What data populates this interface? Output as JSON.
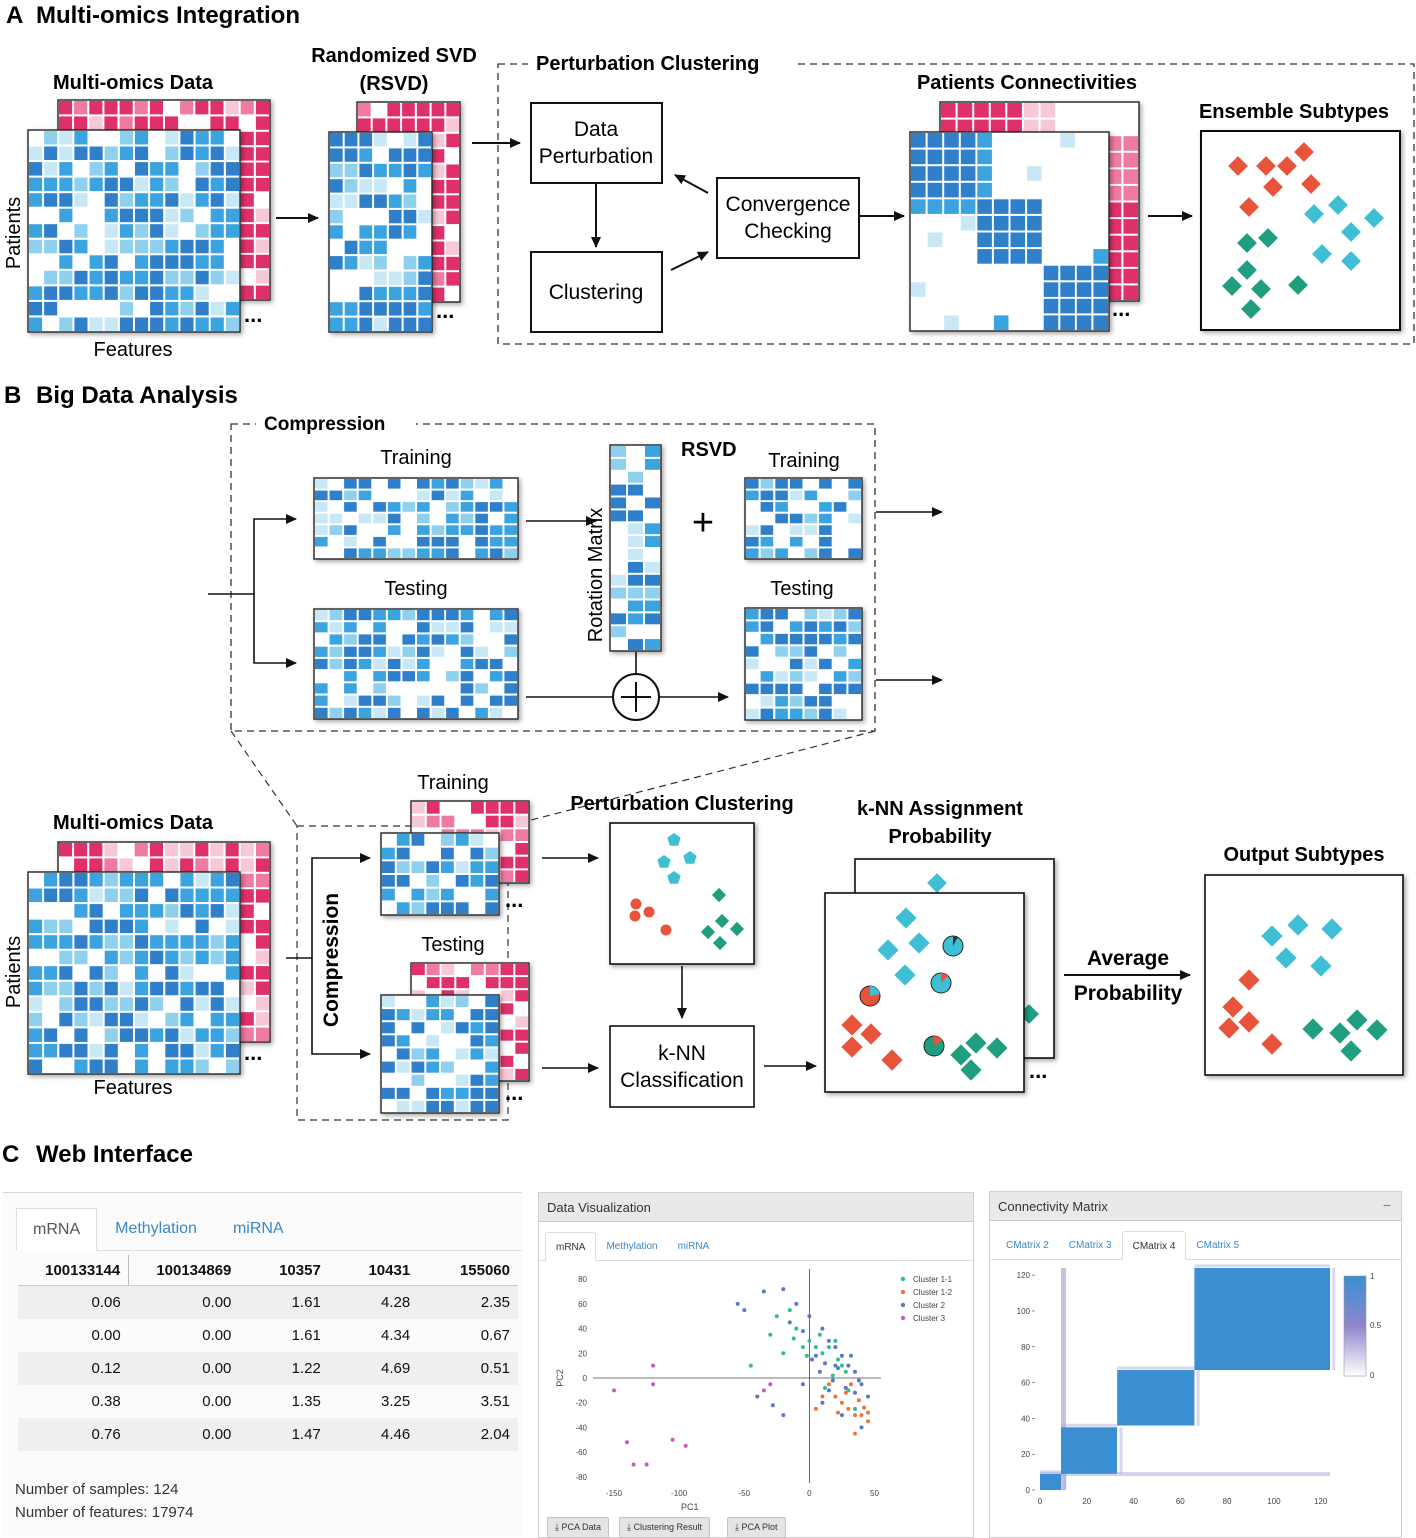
{
  "panelA": {
    "letter": "A",
    "title": "Multi-omics Integration",
    "multiomics_title": "Multi-omics Data",
    "axis_patients": "Patients",
    "axis_features": "Features",
    "rsvd_title_1": "Randomized SVD",
    "rsvd_title_2": "(RSVD)",
    "perturbation_title": "Perturbation Clustering",
    "box_data_1": "Data",
    "box_data_2": "Perturbation",
    "box_clustering": "Clustering",
    "box_convergence_1": "Convergence",
    "box_convergence_2": "Checking",
    "patients_connectivities": "Patients Connectivities",
    "ensemble_subtypes": "Ensemble Subtypes",
    "dots": "..."
  },
  "panelB": {
    "letter": "B",
    "title": "Big Data Analysis",
    "compression_title": "Compression",
    "training": "Training",
    "testing": "Testing",
    "rsvd": "RSVD",
    "rotation_matrix": "Rotation Matrix",
    "plus": "+",
    "multiomics_title": "Multi-omics Data",
    "axis_patients": "Patients",
    "axis_features": "Features",
    "compression_vertical": "Compression",
    "perturbation_clustering": "Perturbation Clustering",
    "knn_prob_1": "k-NN Assignment",
    "knn_prob_2": "Probability",
    "knn_class_1": "k-NN",
    "knn_class_2": "Classification",
    "average_1": "Average",
    "average_2": "Probability",
    "output_subtypes": "Output Subtypes"
  },
  "panelC": {
    "letter": "C",
    "title": "Web Interface",
    "table_panel": {
      "tabs": [
        "mRNA",
        "Methylation",
        "miRNA"
      ],
      "active_tab": 0,
      "columns": [
        "100133144",
        "100134869",
        "10357",
        "10431",
        "155060"
      ],
      "rows": [
        [
          "0.06",
          "0.00",
          "1.61",
          "4.28",
          "2.35"
        ],
        [
          "0.00",
          "0.00",
          "1.61",
          "4.34",
          "0.67"
        ],
        [
          "0.12",
          "0.00",
          "1.22",
          "4.69",
          "0.51"
        ],
        [
          "0.38",
          "0.00",
          "1.35",
          "3.25",
          "3.51"
        ],
        [
          "0.76",
          "0.00",
          "1.47",
          "4.46",
          "2.04"
        ]
      ],
      "samples_text": "Number of samples: 124",
      "features_text": "Number of features: 17974"
    },
    "viz_panel": {
      "title": "Data Visualization",
      "tabs": [
        "mRNA",
        "Methylation",
        "miRNA"
      ],
      "active_tab": 0,
      "buttons": [
        "PCA Data",
        "Clustering Result",
        "PCA Plot"
      ],
      "download_icon": "download-icon"
    },
    "conn_panel": {
      "title": "Connectivity Matrix",
      "collapse_icon": "−",
      "tabs": [
        "CMatrix 2",
        "CMatrix 3",
        "CMatrix 4",
        "CMatrix 5"
      ],
      "active_tab": 2
    }
  },
  "colors": {
    "blue_dark": "#2f7fca",
    "blue_mid": "#3aa3e0",
    "blue_light": "#8fd0ee",
    "blue_pale": "#c9e8f6",
    "pink_dark": "#e0306a",
    "pink_mid": "#ef7aa3",
    "pink_pale": "#f7c8d8",
    "red": "#e8533c",
    "cyan": "#3fbfd6",
    "green": "#1f9e80"
  },
  "chart_data": [
    {
      "type": "scatter",
      "title": "",
      "xlabel": "PC1",
      "ylabel": "PC2",
      "xlim": [
        -160,
        55
      ],
      "ylim": [
        -85,
        85
      ],
      "xticks": [
        -150,
        -100,
        -50,
        0,
        50
      ],
      "yticks": [
        -80,
        -60,
        -40,
        -20,
        0,
        20,
        40,
        60,
        80
      ],
      "legend_position": "top-right",
      "series": [
        {
          "name": "Cluster 1-1",
          "color": "#2fbf8a",
          "points": [
            [
              -45,
              10
            ],
            [
              -30,
              35
            ],
            [
              -25,
              50
            ],
            [
              -15,
              55
            ],
            [
              -10,
              40
            ],
            [
              0,
              30
            ],
            [
              5,
              25
            ],
            [
              10,
              20
            ],
            [
              15,
              25
            ],
            [
              20,
              30
            ],
            [
              22,
              15
            ],
            [
              25,
              10
            ],
            [
              28,
              5
            ],
            [
              -5,
              25
            ],
            [
              -20,
              20
            ],
            [
              -12,
              32
            ],
            [
              18,
              2
            ],
            [
              30,
              -10
            ],
            [
              35,
              -25
            ],
            [
              12,
              -8
            ],
            [
              -2,
              18
            ],
            [
              8,
              35
            ]
          ]
        },
        {
          "name": "Cluster 1-2",
          "color": "#f0733c",
          "points": [
            [
              20,
              -15
            ],
            [
              25,
              -20
            ],
            [
              30,
              -25
            ],
            [
              35,
              -30
            ],
            [
              40,
              -30
            ],
            [
              45,
              -35
            ],
            [
              38,
              -18
            ],
            [
              28,
              -12
            ],
            [
              32,
              -5
            ],
            [
              42,
              -24
            ],
            [
              35,
              -45
            ],
            [
              45,
              -28
            ],
            [
              22,
              -28
            ],
            [
              15,
              -5
            ],
            [
              10,
              -15
            ],
            [
              5,
              -25
            ]
          ]
        },
        {
          "name": "Cluster 2",
          "color": "#5a78c8",
          "points": [
            [
              -55,
              60
            ],
            [
              -50,
              55
            ],
            [
              -35,
              70
            ],
            [
              -20,
              72
            ],
            [
              -10,
              60
            ],
            [
              0,
              50
            ],
            [
              10,
              40
            ],
            [
              15,
              30
            ],
            [
              20,
              25
            ],
            [
              25,
              18
            ],
            [
              30,
              10
            ],
            [
              35,
              5
            ],
            [
              40,
              -5
            ],
            [
              45,
              -15
            ],
            [
              22,
              8
            ],
            [
              18,
              -2
            ],
            [
              12,
              12
            ],
            [
              8,
              5
            ],
            [
              28,
              -8
            ],
            [
              35,
              -12
            ],
            [
              -15,
              45
            ],
            [
              -5,
              38
            ],
            [
              5,
              18
            ],
            [
              15,
              -10
            ],
            [
              25,
              -30
            ],
            [
              -20,
              -30
            ],
            [
              -40,
              -15
            ],
            [
              -28,
              -22
            ],
            [
              10,
              -20
            ],
            [
              -5,
              -5
            ],
            [
              2,
              15
            ],
            [
              20,
              10
            ],
            [
              32,
              18
            ],
            [
              38,
              -2
            ],
            [
              40,
              -40
            ]
          ]
        },
        {
          "name": "Cluster 3",
          "color": "#c85bbb",
          "points": [
            [
              -150,
              -10
            ],
            [
              -120,
              10
            ],
            [
              -120,
              -5
            ],
            [
              -140,
              -52
            ],
            [
              -125,
              -70
            ],
            [
              -135,
              -70
            ],
            [
              -105,
              -50
            ],
            [
              -95,
              -55
            ],
            [
              -35,
              -10
            ],
            [
              -30,
              -5
            ]
          ]
        }
      ]
    },
    {
      "type": "heatmap",
      "title": "",
      "xticks": [
        0,
        20,
        40,
        60,
        80,
        100,
        120
      ],
      "yticks": [
        0,
        20,
        40,
        60,
        80,
        100,
        120
      ],
      "xlim": [
        0,
        124
      ],
      "ylim": [
        0,
        124
      ],
      "colorbar_ticks": [
        "0",
        "0.5",
        "1"
      ],
      "blocks": [
        {
          "x0": 0,
          "x1": 9,
          "y0": 0,
          "y1": 9,
          "value": 1
        },
        {
          "x0": 9,
          "x1": 33,
          "y0": 9,
          "y1": 35,
          "value": 1
        },
        {
          "x0": 33,
          "x1": 66,
          "y0": 36,
          "y1": 67,
          "value": 1
        },
        {
          "x0": 66,
          "x1": 124,
          "y0": 67,
          "y1": 124,
          "value": 1
        }
      ]
    }
  ]
}
